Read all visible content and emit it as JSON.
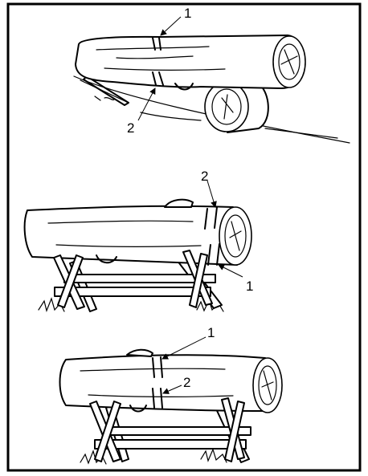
{
  "callouts": {
    "top": {
      "label_1": "1",
      "label_2": "2"
    },
    "middle": {
      "label_1": "1",
      "label_2": "2"
    },
    "bottom": {
      "label_1": "1",
      "label_2": "2"
    }
  }
}
